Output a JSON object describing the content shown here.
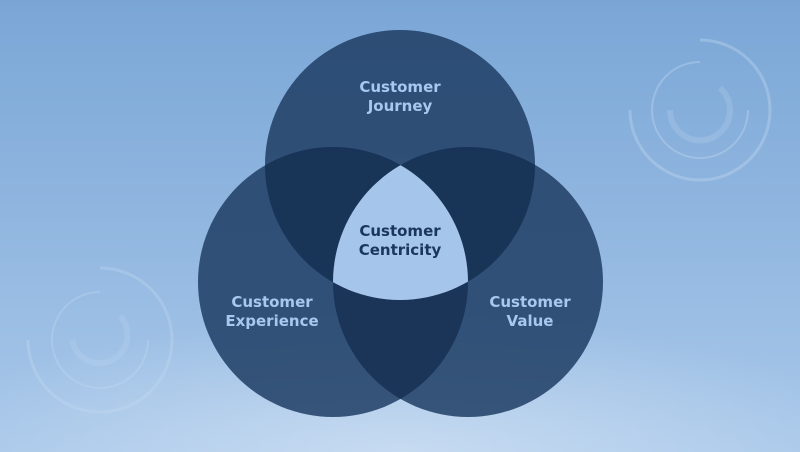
{
  "colors": {
    "background_top": "#7aa6d6",
    "background_bottom": "#a9c8ea",
    "circle_fill": "#1f3d64",
    "overlap_fill": "#13294a",
    "text_light": "#a7c8ef",
    "text_dark": "#1b365d",
    "center_fill": "#a6c5ea"
  },
  "icons": {
    "top_right_ring": "ring-icon",
    "bottom_left_ring": "ring-icon"
  },
  "diagram": {
    "circles": [
      {
        "id": "journey",
        "line1": "Customer",
        "line2": "Journey"
      },
      {
        "id": "experience",
        "line1": "Customer",
        "line2": "Experience"
      },
      {
        "id": "value",
        "line1": "Customer",
        "line2": "Value"
      }
    ],
    "center": {
      "line1": "Customer",
      "line2": "Centricity"
    }
  }
}
